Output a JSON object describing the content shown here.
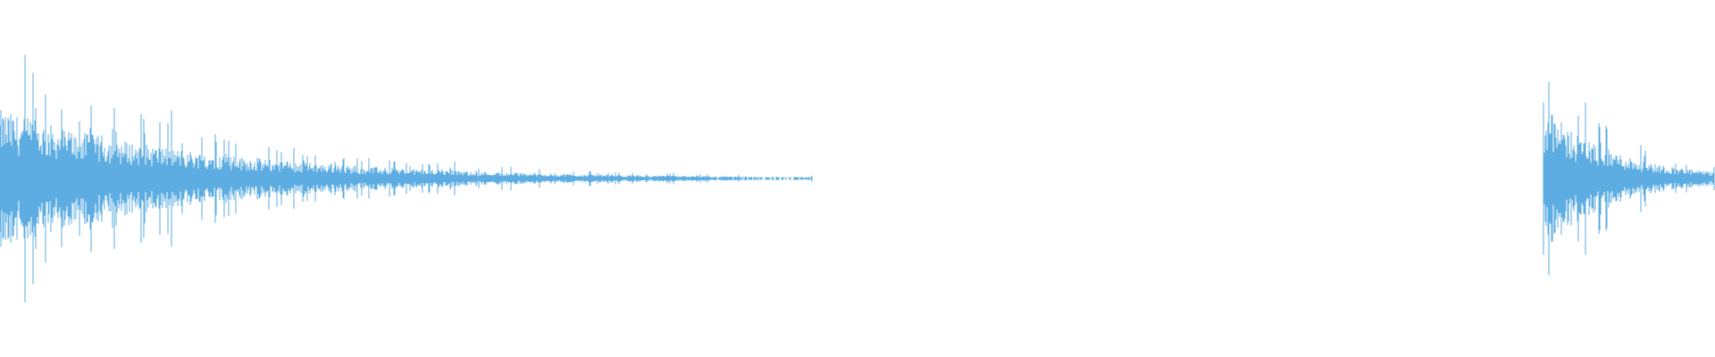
{
  "waveform": {
    "color": "#5dade2",
    "background": "#ffffff",
    "bursts": [
      {
        "name": "burst-1",
        "start_fraction": 0.0,
        "peak_amplitude": 0.55,
        "decay_length_fraction": 0.39,
        "tail_fraction": 0.475
      },
      {
        "name": "burst-2",
        "start_fraction": 0.9,
        "peak_amplitude": 0.58,
        "decay_length_fraction": 0.1,
        "tail_fraction": 1.0
      }
    ]
  }
}
